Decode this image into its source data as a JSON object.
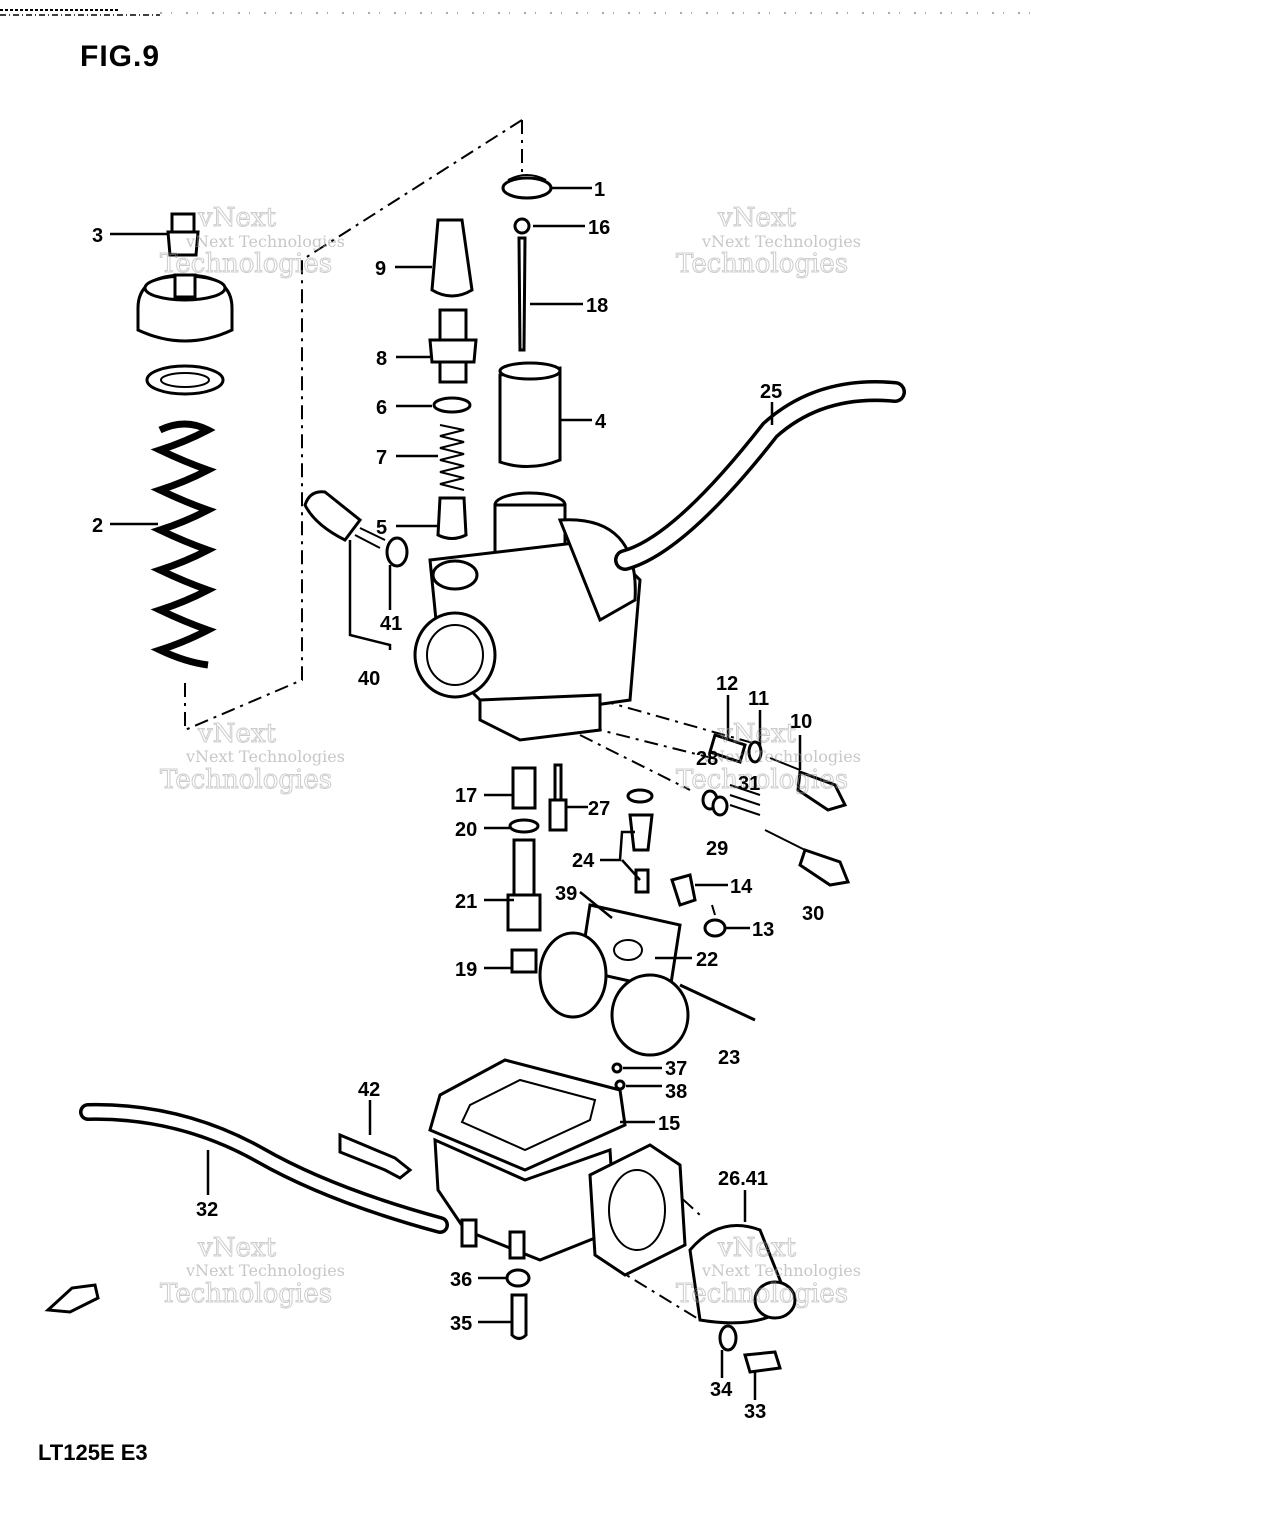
{
  "figure_title": "FIG.9",
  "model_label": "LT125E  E3",
  "watermark": {
    "line1": "vNext Technologies",
    "line2": "Technologies",
    "line3": "vNext"
  },
  "callouts": [
    {
      "id": "c1",
      "text": "1"
    },
    {
      "id": "c16",
      "text": "16"
    },
    {
      "id": "c3",
      "text": "3"
    },
    {
      "id": "c9",
      "text": "9"
    },
    {
      "id": "c18",
      "text": "18"
    },
    {
      "id": "c8",
      "text": "8"
    },
    {
      "id": "c6",
      "text": "6"
    },
    {
      "id": "c4",
      "text": "4"
    },
    {
      "id": "c25",
      "text": "25"
    },
    {
      "id": "c7",
      "text": "7"
    },
    {
      "id": "c2",
      "text": "2"
    },
    {
      "id": "c5",
      "text": "5"
    },
    {
      "id": "c41a",
      "text": "41"
    },
    {
      "id": "c40",
      "text": "40"
    },
    {
      "id": "c12",
      "text": "12"
    },
    {
      "id": "c11",
      "text": "11"
    },
    {
      "id": "c10",
      "text": "10"
    },
    {
      "id": "c28",
      "text": "28"
    },
    {
      "id": "c31",
      "text": "31"
    },
    {
      "id": "c17",
      "text": "17"
    },
    {
      "id": "c27",
      "text": "27"
    },
    {
      "id": "c20",
      "text": "20"
    },
    {
      "id": "c29",
      "text": "29"
    },
    {
      "id": "c24",
      "text": "24"
    },
    {
      "id": "c14",
      "text": "14"
    },
    {
      "id": "c39",
      "text": "39"
    },
    {
      "id": "c21",
      "text": "21"
    },
    {
      "id": "c30",
      "text": "30"
    },
    {
      "id": "c13",
      "text": "13"
    },
    {
      "id": "c22",
      "text": "22"
    },
    {
      "id": "c19",
      "text": "19"
    },
    {
      "id": "c23",
      "text": "23"
    },
    {
      "id": "c37",
      "text": "37"
    },
    {
      "id": "c38",
      "text": "38"
    },
    {
      "id": "c42",
      "text": "42"
    },
    {
      "id": "c15",
      "text": "15"
    },
    {
      "id": "c2641",
      "text": "26.41"
    },
    {
      "id": "c32",
      "text": "32"
    },
    {
      "id": "c36",
      "text": "36"
    },
    {
      "id": "c35",
      "text": "35"
    },
    {
      "id": "c34",
      "text": "34"
    },
    {
      "id": "c33",
      "text": "33"
    }
  ]
}
